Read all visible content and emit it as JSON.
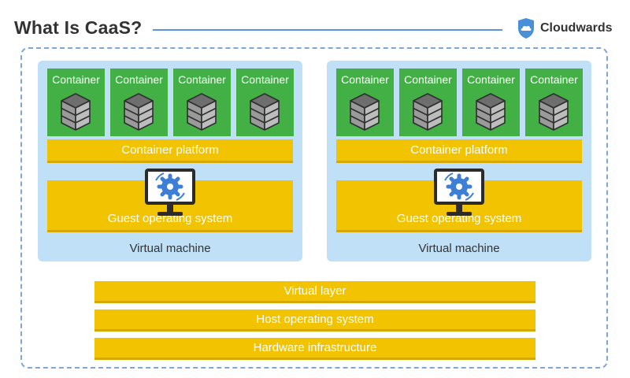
{
  "header": {
    "title": "What Is CaaS?",
    "brand_name": "Cloudwards",
    "brand_icon": "cloud-shield-icon"
  },
  "virtual_machines": [
    {
      "label": "Virtual machine",
      "containers": [
        "Container",
        "Container",
        "Container",
        "Container"
      ],
      "platform": "Container platform",
      "guest_os": "Guest operating system"
    },
    {
      "label": "Virtual machine",
      "containers": [
        "Container",
        "Container",
        "Container",
        "Container"
      ],
      "platform": "Container platform",
      "guest_os": "Guest operating system"
    }
  ],
  "layers": {
    "virtual": "Virtual layer",
    "host_os": "Host operating system",
    "hardware": "Hardware infrastructure"
  },
  "colors": {
    "container": "#42b045",
    "bar": "#f2c300",
    "vm_bg": "#bfe0f6",
    "accent": "#5a93d6",
    "title": "#333333"
  }
}
